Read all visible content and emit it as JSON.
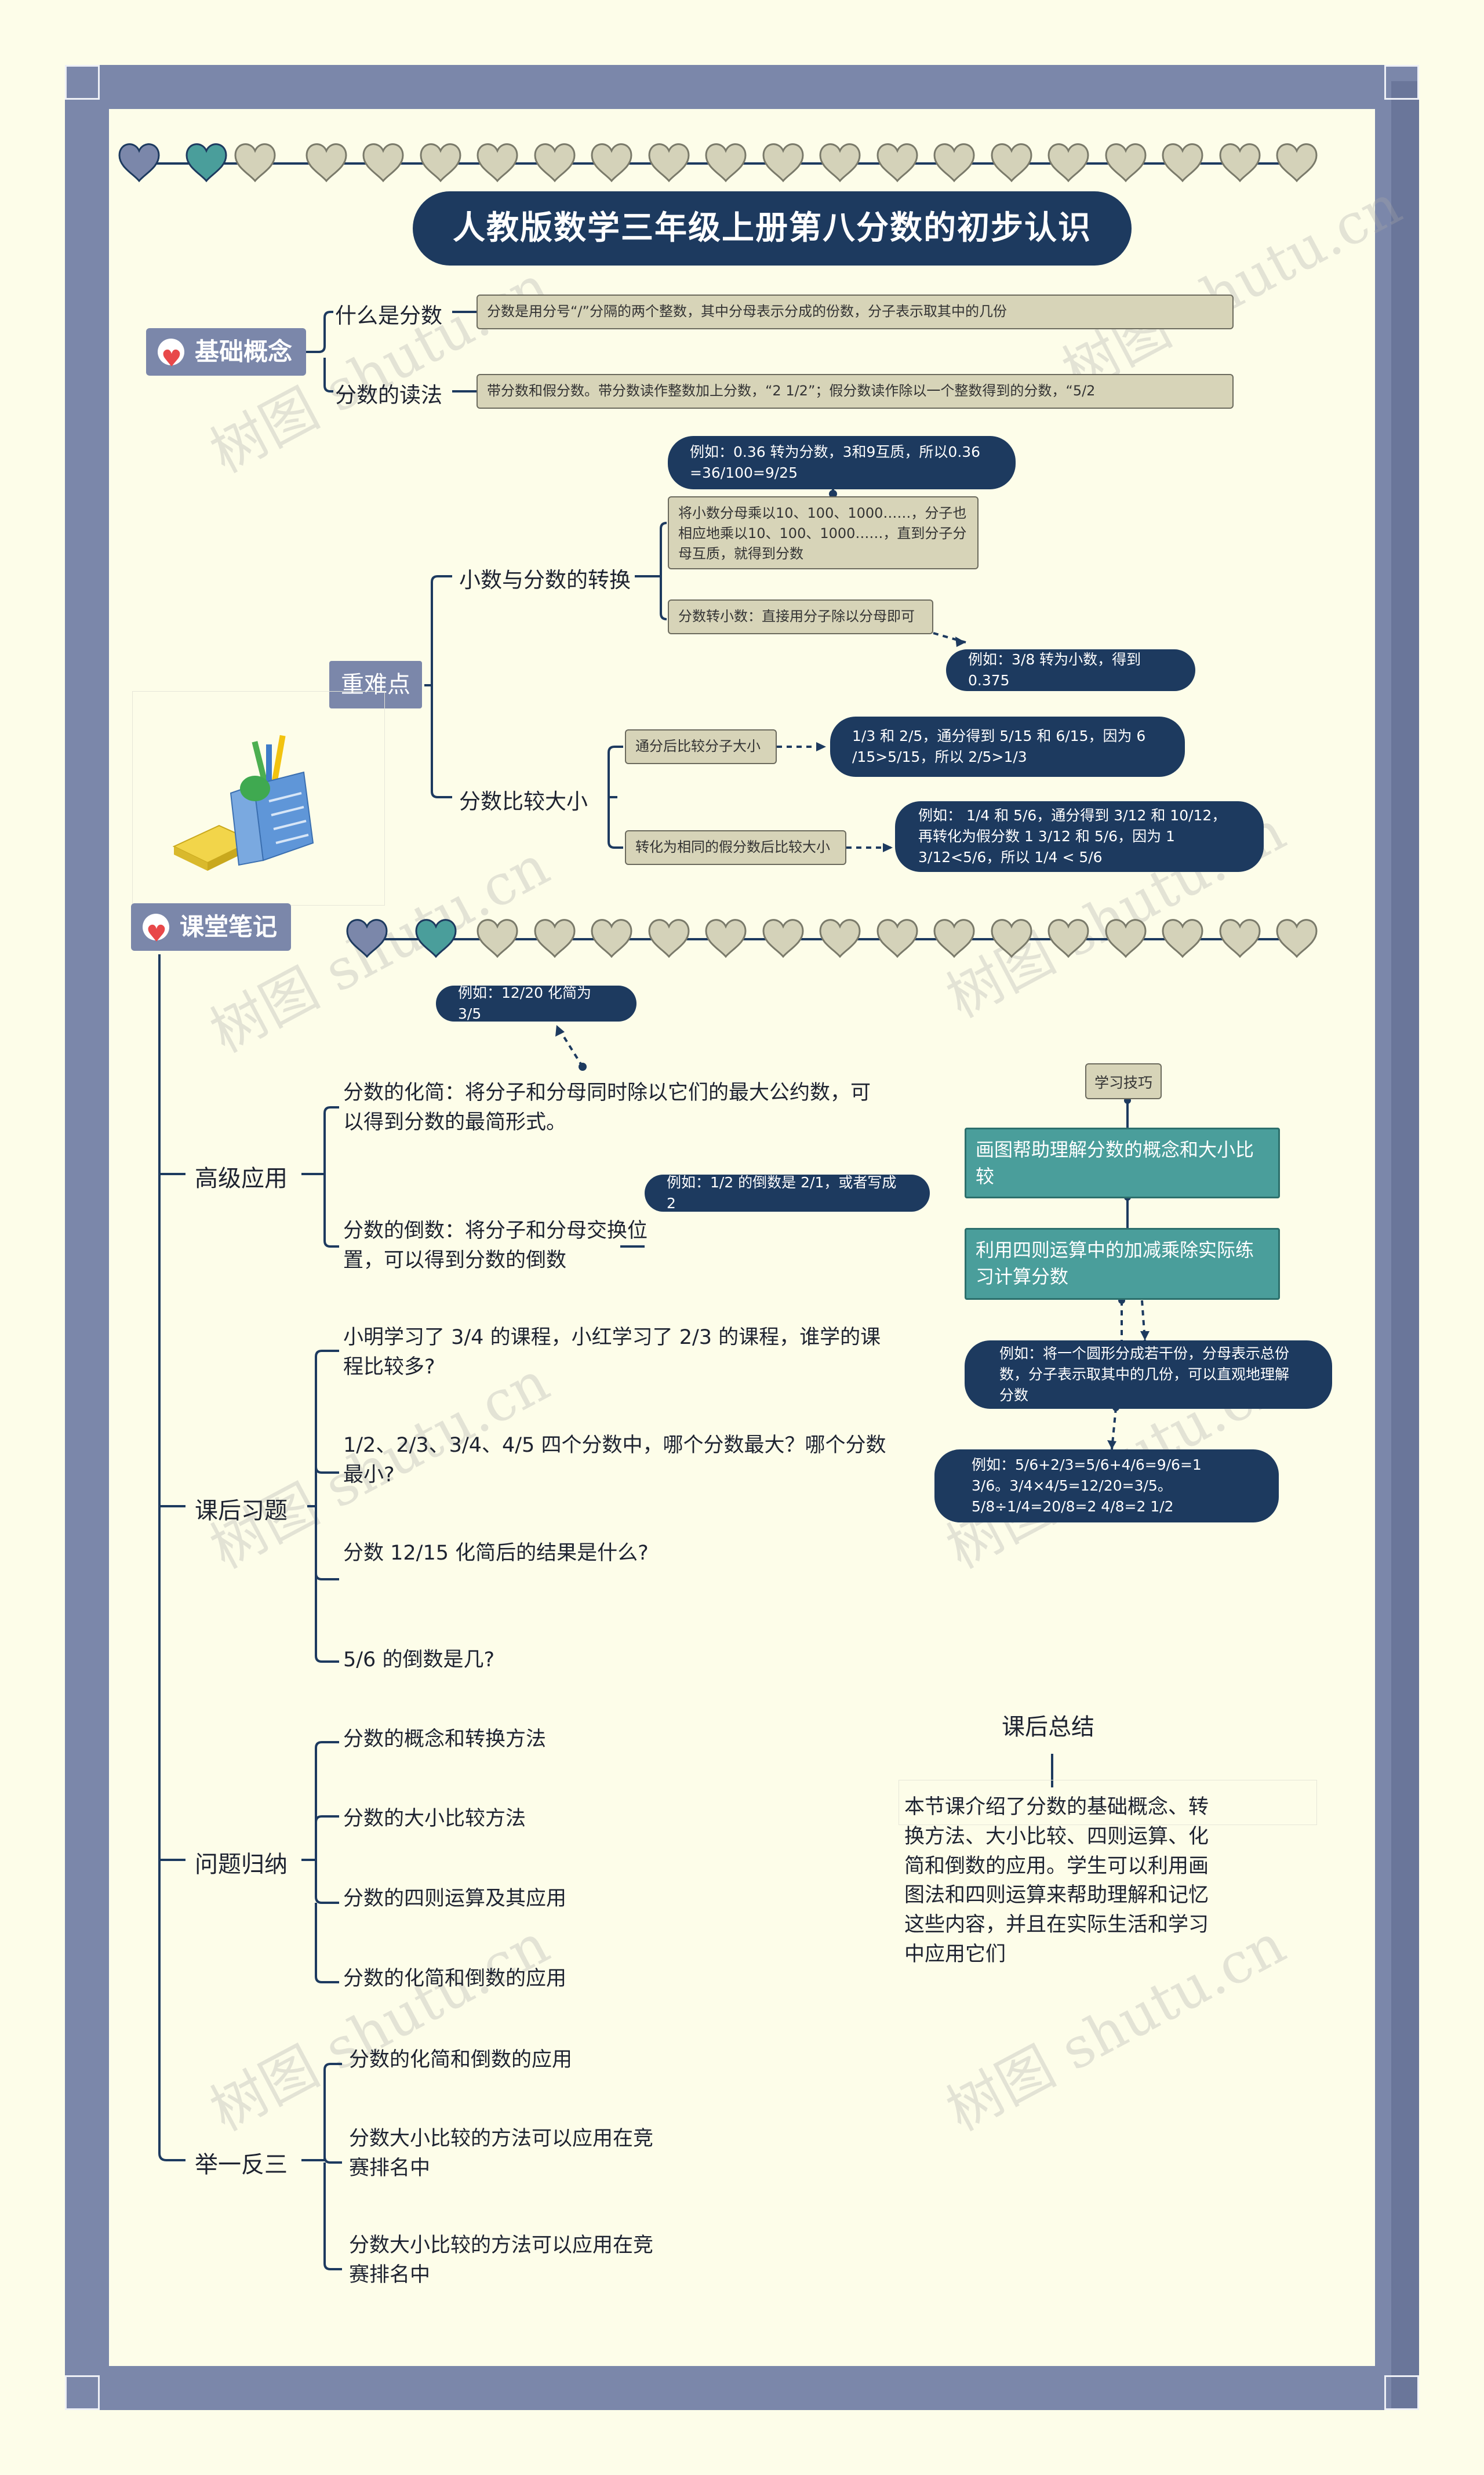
{
  "title": "人教版数学三年级上册第八分数的初步认识",
  "watermark": "树图 shutu.cn",
  "colors": {
    "frame": "#7b87aa",
    "navy": "#1d3a5f",
    "teal": "#4a9e9b",
    "tan": "#d7d4b8",
    "background": "#fdfde9"
  },
  "basics": {
    "label": "基础概念",
    "items": [
      {
        "label": "什么是分数",
        "note": "分数是用分号“/”分隔的两个整数，其中分母表示分成的份数，分子表示取其中的几份"
      },
      {
        "label": "分数的读法",
        "note": "带分数和假分数。带分数读作整数加上分数，“2 1/2”；假分数读作除以一个整数得到的分数，“5/2"
      }
    ]
  },
  "key_points": {
    "label": "重难点",
    "conversion": {
      "label": "小数与分数的转换",
      "example1": "例如：0.36 转为分数，3和9互质，所以0.36 =36/100=9/25",
      "method1": "将小数分母乘以10、100、1000……，分子也相应地乘以10、100、1000……，直到分子分母互质，就得到分数",
      "method2": "分数转小数：直接用分子除以分母即可",
      "example2": "例如：3/8 转为小数，得到0.375"
    },
    "compare": {
      "label": "分数比较大小",
      "method1": "通分后比较分子大小",
      "example1": "1/3 和 2/5，通分得到 5/15 和 6/15，因为 6 /15>5/15，所以 2/5>1/3",
      "method2": "转化为相同的假分数后比较大小",
      "example2": "例如： 1/4 和 5/6，通分得到 3/12 和 10/12，再转化为假分数 1 3/12 和 5/6，因为 1 3/12<5/6，所以 1/4 < 5/6"
    }
  },
  "notes": {
    "label": "课堂笔记",
    "advanced": {
      "label": "高级应用",
      "simplify": "分数的化简：将分子和分母同时除以它们的最大公约数，可以得到分数的最简形式。",
      "simplify_example": "例如：12/20 化简为 3/5",
      "reciprocal": "分数的倒数：将分子和分母交换位置，可以得到分数的倒数",
      "reciprocal_example": "例如：1/2 的倒数是 2/1，或者写成 2"
    },
    "exercises": {
      "label": "课后习题",
      "items": [
        "小明学习了 3/4 的课程，小红学习了 2/3 的课程，谁学的课程比较多?",
        "1/2、2/3、3/4、4/5 四个分数中，哪个分数最大？哪个分数最小?",
        "分数 12/15 化简后的结果是什么?",
        "5/6 的倒数是几?"
      ]
    },
    "summary": {
      "label": "问题归纳",
      "items": [
        "分数的概念和转换方法",
        "分数的大小比较方法",
        "分数的四则运算及其应用",
        "分数的化简和倒数的应用"
      ]
    },
    "extend": {
      "label": "举一反三",
      "items": [
        "分数的化简和倒数的应用",
        "分数大小比较的方法可以应用在竞赛排名中",
        "分数大小比较的方法可以应用在竞赛排名中"
      ]
    }
  },
  "tips": {
    "label": "学习技巧",
    "tip1": "画图帮助理解分数的概念和大小比较",
    "tip2": "利用四则运算中的加减乘除实际练习计算分数",
    "example1": "例如：将一个圆形分成若干份，分母表示总份数，分子表示取其中的几份，可以直观地理解分数",
    "example2": "例如：5/6+2/3=5/6+4/6=9/6=1 3/6。3/4×4/5=12/20=3/5。5/8÷1/4=20/8=2 4/8=2 1/2"
  },
  "after_class": {
    "label": "课后总结",
    "text": "本节课介绍了分数的基础概念、转换方法、大小比较、四则运算、化简和倒数的应用。学生可以利用画图法和四则运算来帮助理解和记忆这些内容，并且在实际生活和学习中应用它们"
  }
}
